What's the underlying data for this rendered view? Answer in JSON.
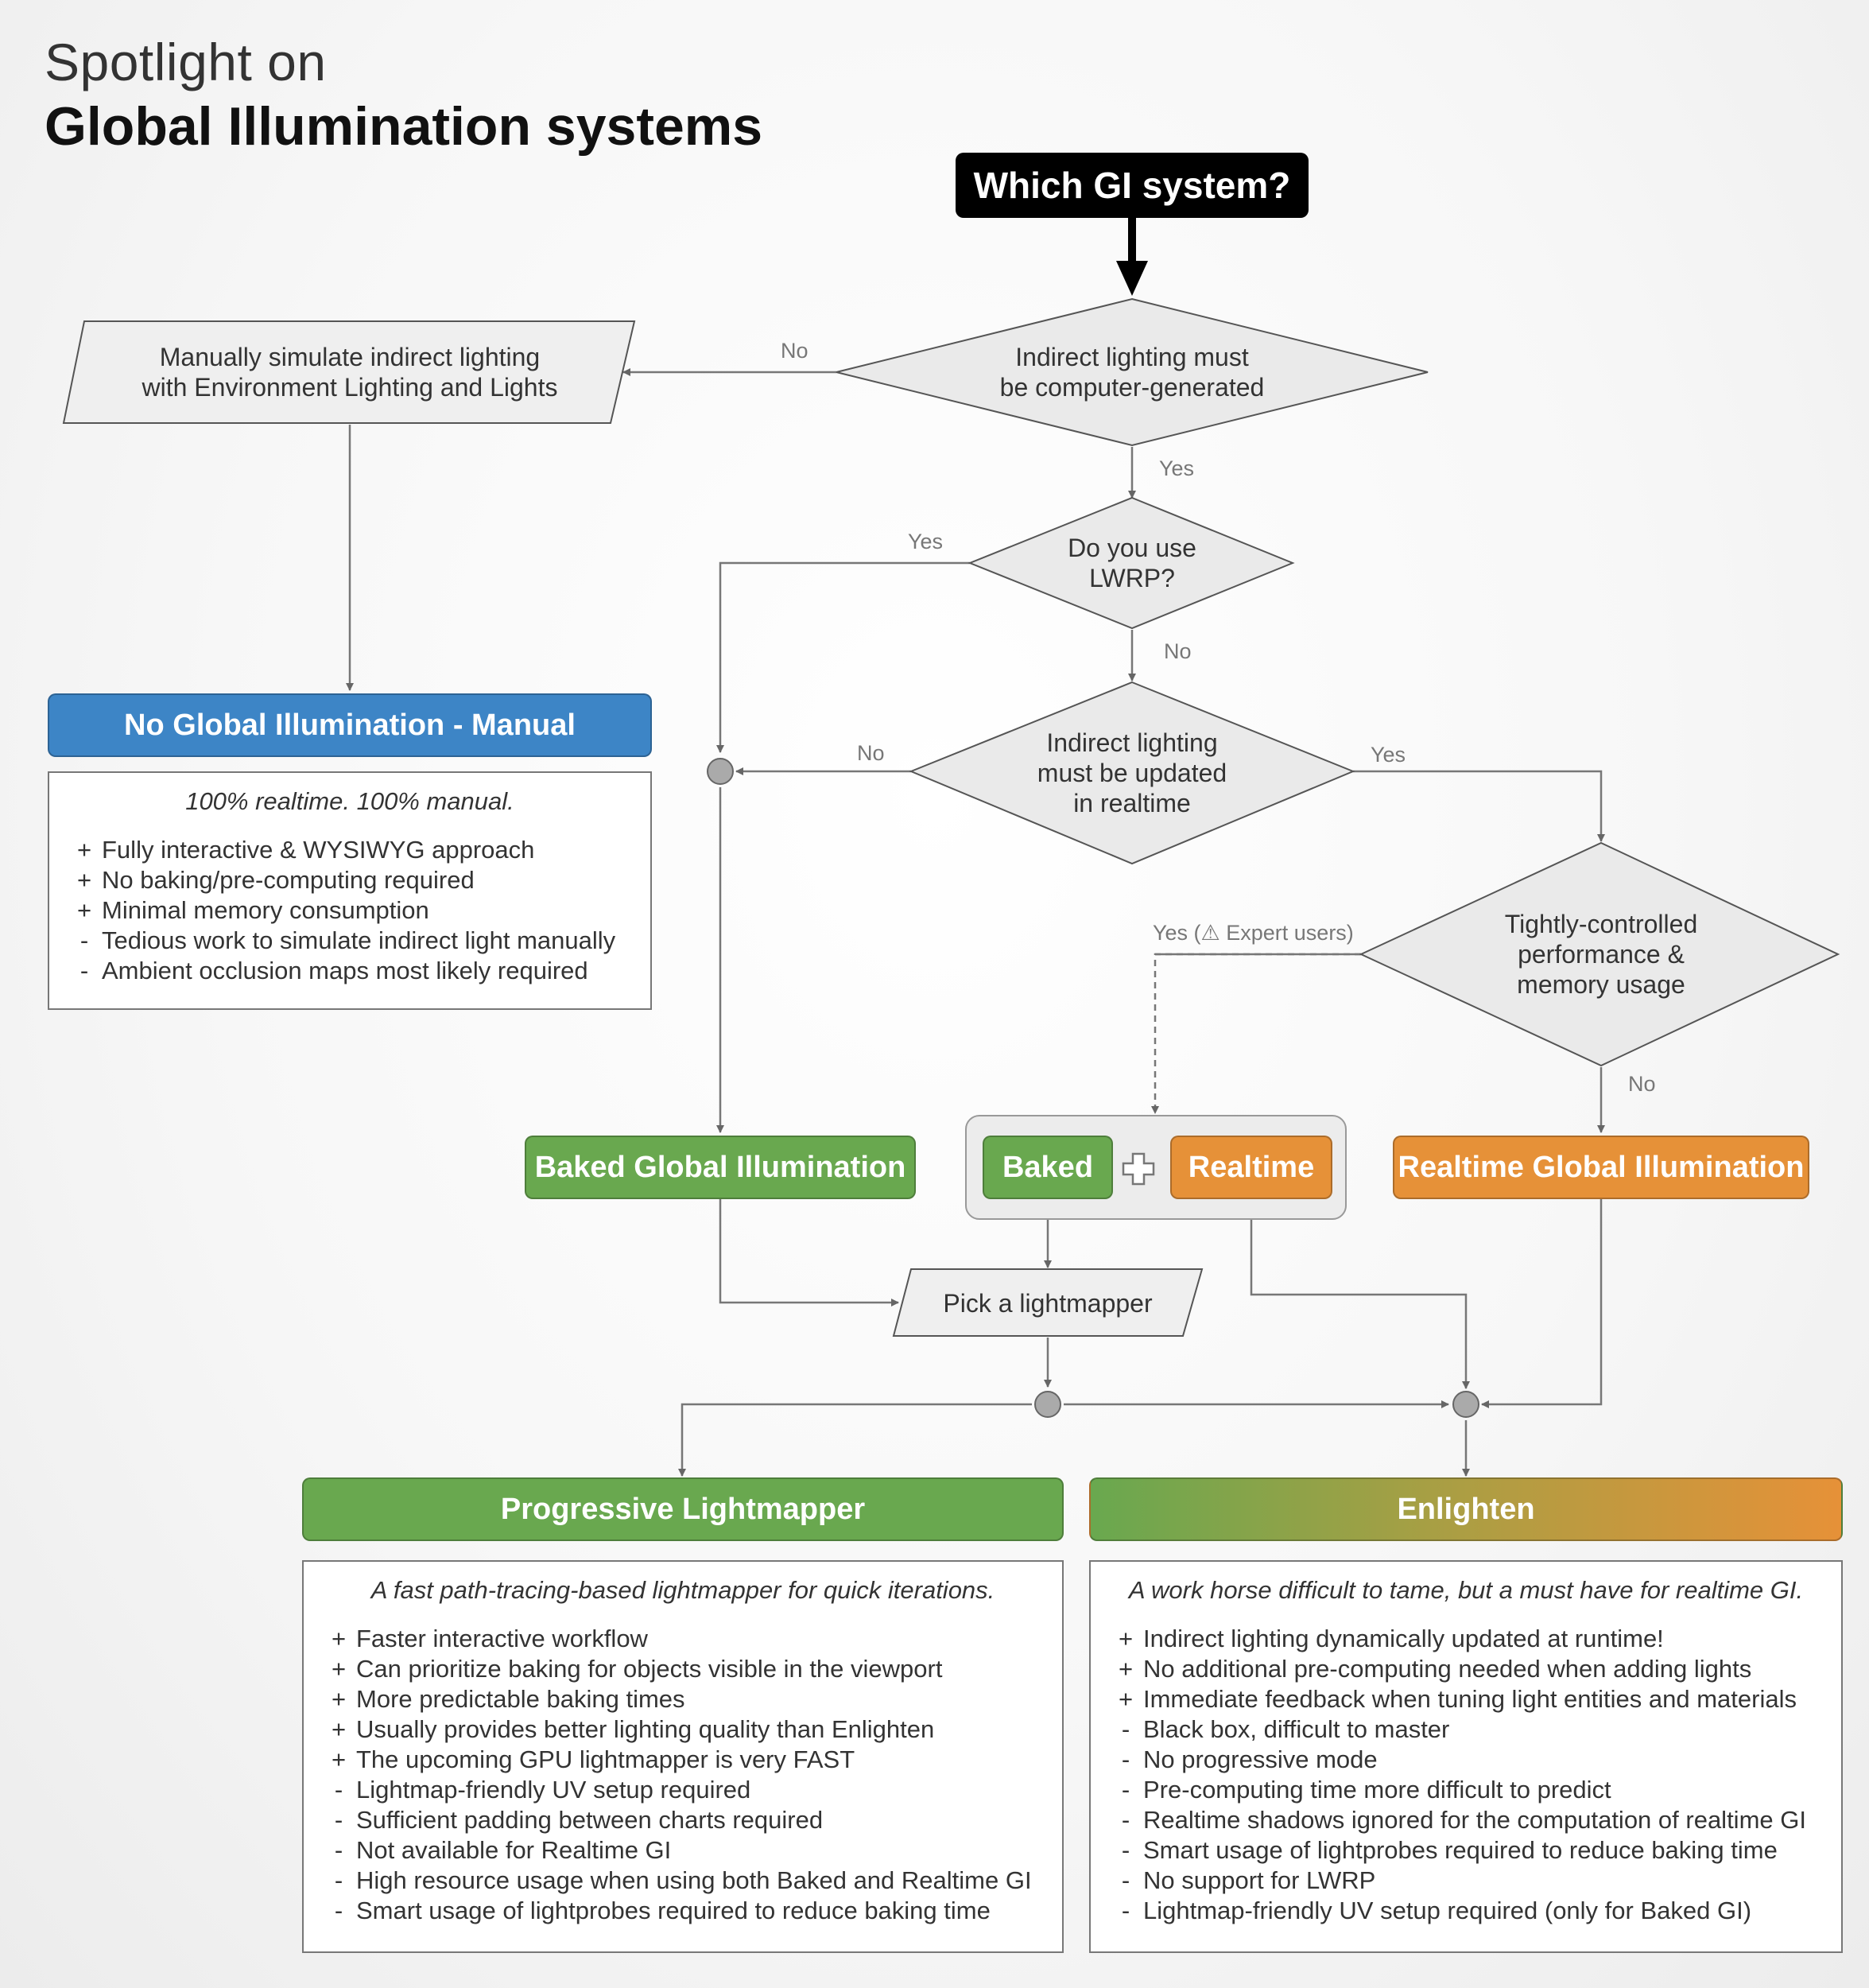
{
  "title": {
    "line1": "Spotlight on",
    "line2": "Global Illumination systems"
  },
  "start": "Which GI system?",
  "decisions": {
    "computer_generated": "Indirect lighting must\nbe computer-generated",
    "use_lwrp": "Do you use\nLWRP?",
    "realtime_update": "Indirect lighting\nmust be updated\nin realtime",
    "tight_control": "Tightly-controlled\nperformance &\nmemory usage"
  },
  "processes": {
    "manual_simulate": "Manually simulate indirect lighting\nwith Environment Lighting and  Lights",
    "pick_lightmapper": "Pick a lightmapper"
  },
  "edge_labels": {
    "no_1": "No",
    "yes_1": "Yes",
    "yes_2": "Yes",
    "no_2": "No",
    "no_3": "No",
    "yes_3": "Yes",
    "expert": "Yes (⚠ Expert users)",
    "no_4": "No"
  },
  "outcomes": {
    "no_gi": {
      "title": "No Global Illumination - Manual",
      "color": "#3d85c6",
      "intro": "100% realtime. 100% manual.",
      "items": [
        {
          "sym": "+",
          "text": "Fully interactive & WYSIWYG approach"
        },
        {
          "sym": "+",
          "text": "No baking/pre-computing required"
        },
        {
          "sym": "+",
          "text": "Minimal memory consumption"
        },
        {
          "sym": "-",
          "text": "Tedious work to simulate indirect light manually"
        },
        {
          "sym": "-",
          "text": "Ambient occlusion maps most likely required"
        }
      ]
    },
    "baked_gi": {
      "title": "Baked Global Illumination",
      "color": "#69a84f"
    },
    "baked": {
      "title": "Baked",
      "color": "#69a84f"
    },
    "realtime": {
      "title": "Realtime",
      "color": "#e69138"
    },
    "realtime_gi": {
      "title": "Realtime Global Illumination",
      "color": "#e69138"
    }
  },
  "lightmappers": {
    "progressive": {
      "title": "Progressive Lightmapper",
      "intro": "A fast path-tracing-based lightmapper for quick iterations.",
      "items": [
        {
          "sym": "+",
          "text": "Faster interactive workflow"
        },
        {
          "sym": "+",
          "text": "Can prioritize baking for objects visible in the viewport"
        },
        {
          "sym": "+",
          "text": "More predictable baking times"
        },
        {
          "sym": "+",
          "text": "Usually provides better lighting quality than Enlighten"
        },
        {
          "sym": "+",
          "text": "The upcoming GPU lightmapper is very FAST"
        },
        {
          "sym": "-",
          "text": "Lightmap-friendly UV setup required"
        },
        {
          "sym": "-",
          "text": "Sufficient padding between charts required"
        },
        {
          "sym": "-",
          "text": "Not available for Realtime GI"
        },
        {
          "sym": "-",
          "text": "High resource usage when using both Baked and Realtime GI"
        },
        {
          "sym": "-",
          "text": "Smart usage of lightprobes required to reduce baking time"
        }
      ]
    },
    "enlighten": {
      "title": "Enlighten",
      "intro": "A work horse difficult to tame, but a must have for realtime GI.",
      "items": [
        {
          "sym": "+",
          "text": "Indirect lighting dynamically updated at runtime!"
        },
        {
          "sym": "+",
          "text": "No additional pre-computing needed when adding lights"
        },
        {
          "sym": "+",
          "text": "Immediate feedback when tuning light entities and materials"
        },
        {
          "sym": "-",
          "text": "Black box, difficult to master"
        },
        {
          "sym": "-",
          "text": "No progressive mode"
        },
        {
          "sym": "-",
          "text": "Pre-computing time more difficult to predict"
        },
        {
          "sym": "-",
          "text": "Realtime shadows ignored for the computation of realtime GI"
        },
        {
          "sym": "-",
          "text": "Smart usage of lightprobes required to reduce baking time"
        },
        {
          "sym": "-",
          "text": "No support for LWRP"
        },
        {
          "sym": "-",
          "text": "Lightmap-friendly UV setup required (only for Baked GI)"
        }
      ]
    }
  }
}
